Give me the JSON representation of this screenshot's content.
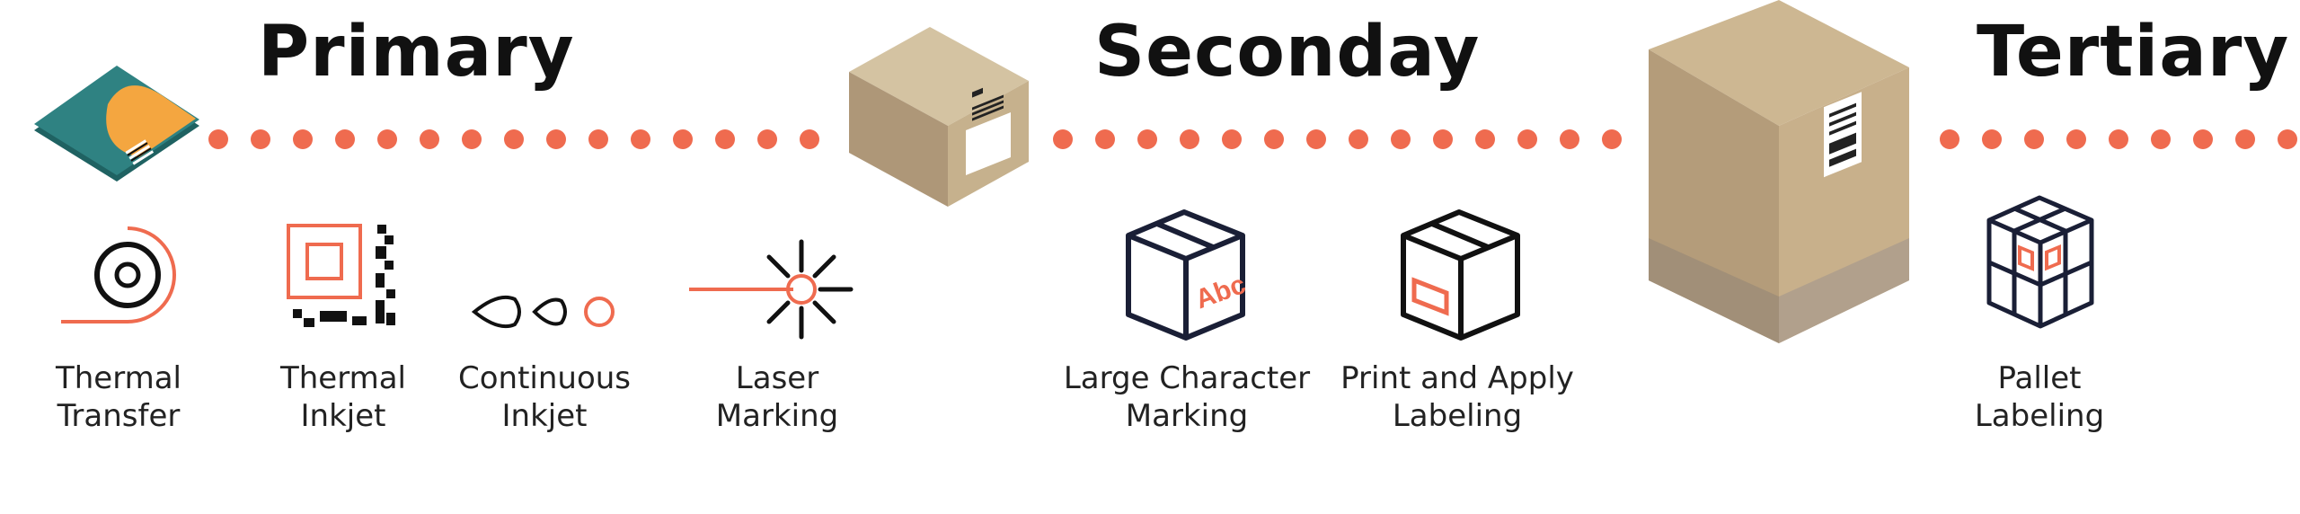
{
  "headings": {
    "primary": "Primary",
    "secondary": "Seconday",
    "tertiary": "Tertiary"
  },
  "labels": {
    "thermal_transfer": [
      "Thermal",
      "Transfer"
    ],
    "thermal_inkjet": [
      "Thermal",
      "Inkjet"
    ],
    "continuous_inkjet": [
      "Continuous",
      "Inkjet"
    ],
    "laser_marking": [
      "Laser",
      "Marking"
    ],
    "large_character": [
      "Large Character",
      "Marking"
    ],
    "print_apply": [
      "Print and Apply",
      "Labeling"
    ],
    "pallet_labeling": [
      "Pallet",
      "Labeling"
    ]
  },
  "icons": {
    "abc_text": "Abc"
  },
  "colors": {
    "accent": "#ef6b4f",
    "dark": "#1a1f36",
    "teal": "#2f7a7a",
    "orange": "#f4a640",
    "box_light": "#cfbd99",
    "box_mid": "#c4a985",
    "box_dark": "#b09a7d"
  }
}
